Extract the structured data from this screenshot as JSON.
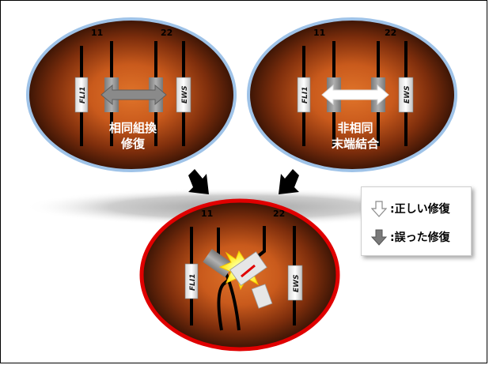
{
  "top_left_cell": {
    "chr_left_number": "11",
    "chr_right_number": "22",
    "label_fli1": "FLI1",
    "label_ews": "EWS",
    "caption_line1": "相同組換",
    "caption_line2": "修復"
  },
  "top_right_cell": {
    "chr_left_number": "11",
    "chr_right_number": "22",
    "label_fli1": "FLI1",
    "label_ews": "EWS",
    "caption_line1": "非相同",
    "caption_line2": "末端結合"
  },
  "bottom_cell": {
    "chr_left_number": "11",
    "chr_right_number": "22",
    "label_fli1": "FLI1",
    "label_ews": "EWS"
  },
  "legend": {
    "correct_repair": ":正しい修復",
    "wrong_repair": ":誤った修復",
    "correct_icon": "hollow-down-arrow-icon",
    "wrong_icon": "gray-down-arrow-icon"
  },
  "colors": {
    "cell_glow_outer": "#b5532a",
    "cell_core": "#d9631a",
    "top_border": "#9fc3e8",
    "bottom_border": "#e00000"
  }
}
